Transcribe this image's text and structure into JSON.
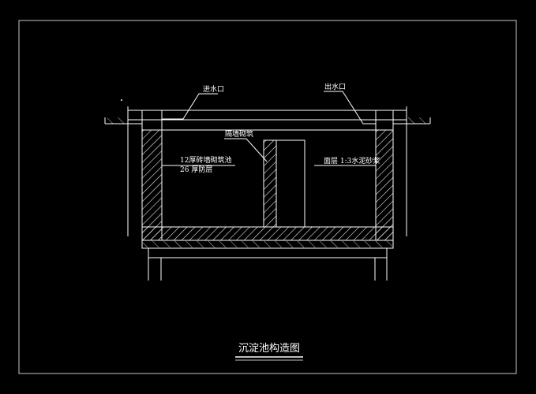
{
  "drawing": {
    "title": "沉淀池构造图",
    "labels": {
      "inlet": "进水口",
      "outlet": "出水口",
      "partition": "隔墙砌筑",
      "wall_line1": "12厚砖墙砌筑池",
      "wall_line2": "26 厚防层",
      "plaster": "面层 1:3水泥砂浆"
    }
  },
  "colors": {
    "background": "#000000",
    "line": "#ffffff",
    "frame": "#c8c8c8"
  }
}
